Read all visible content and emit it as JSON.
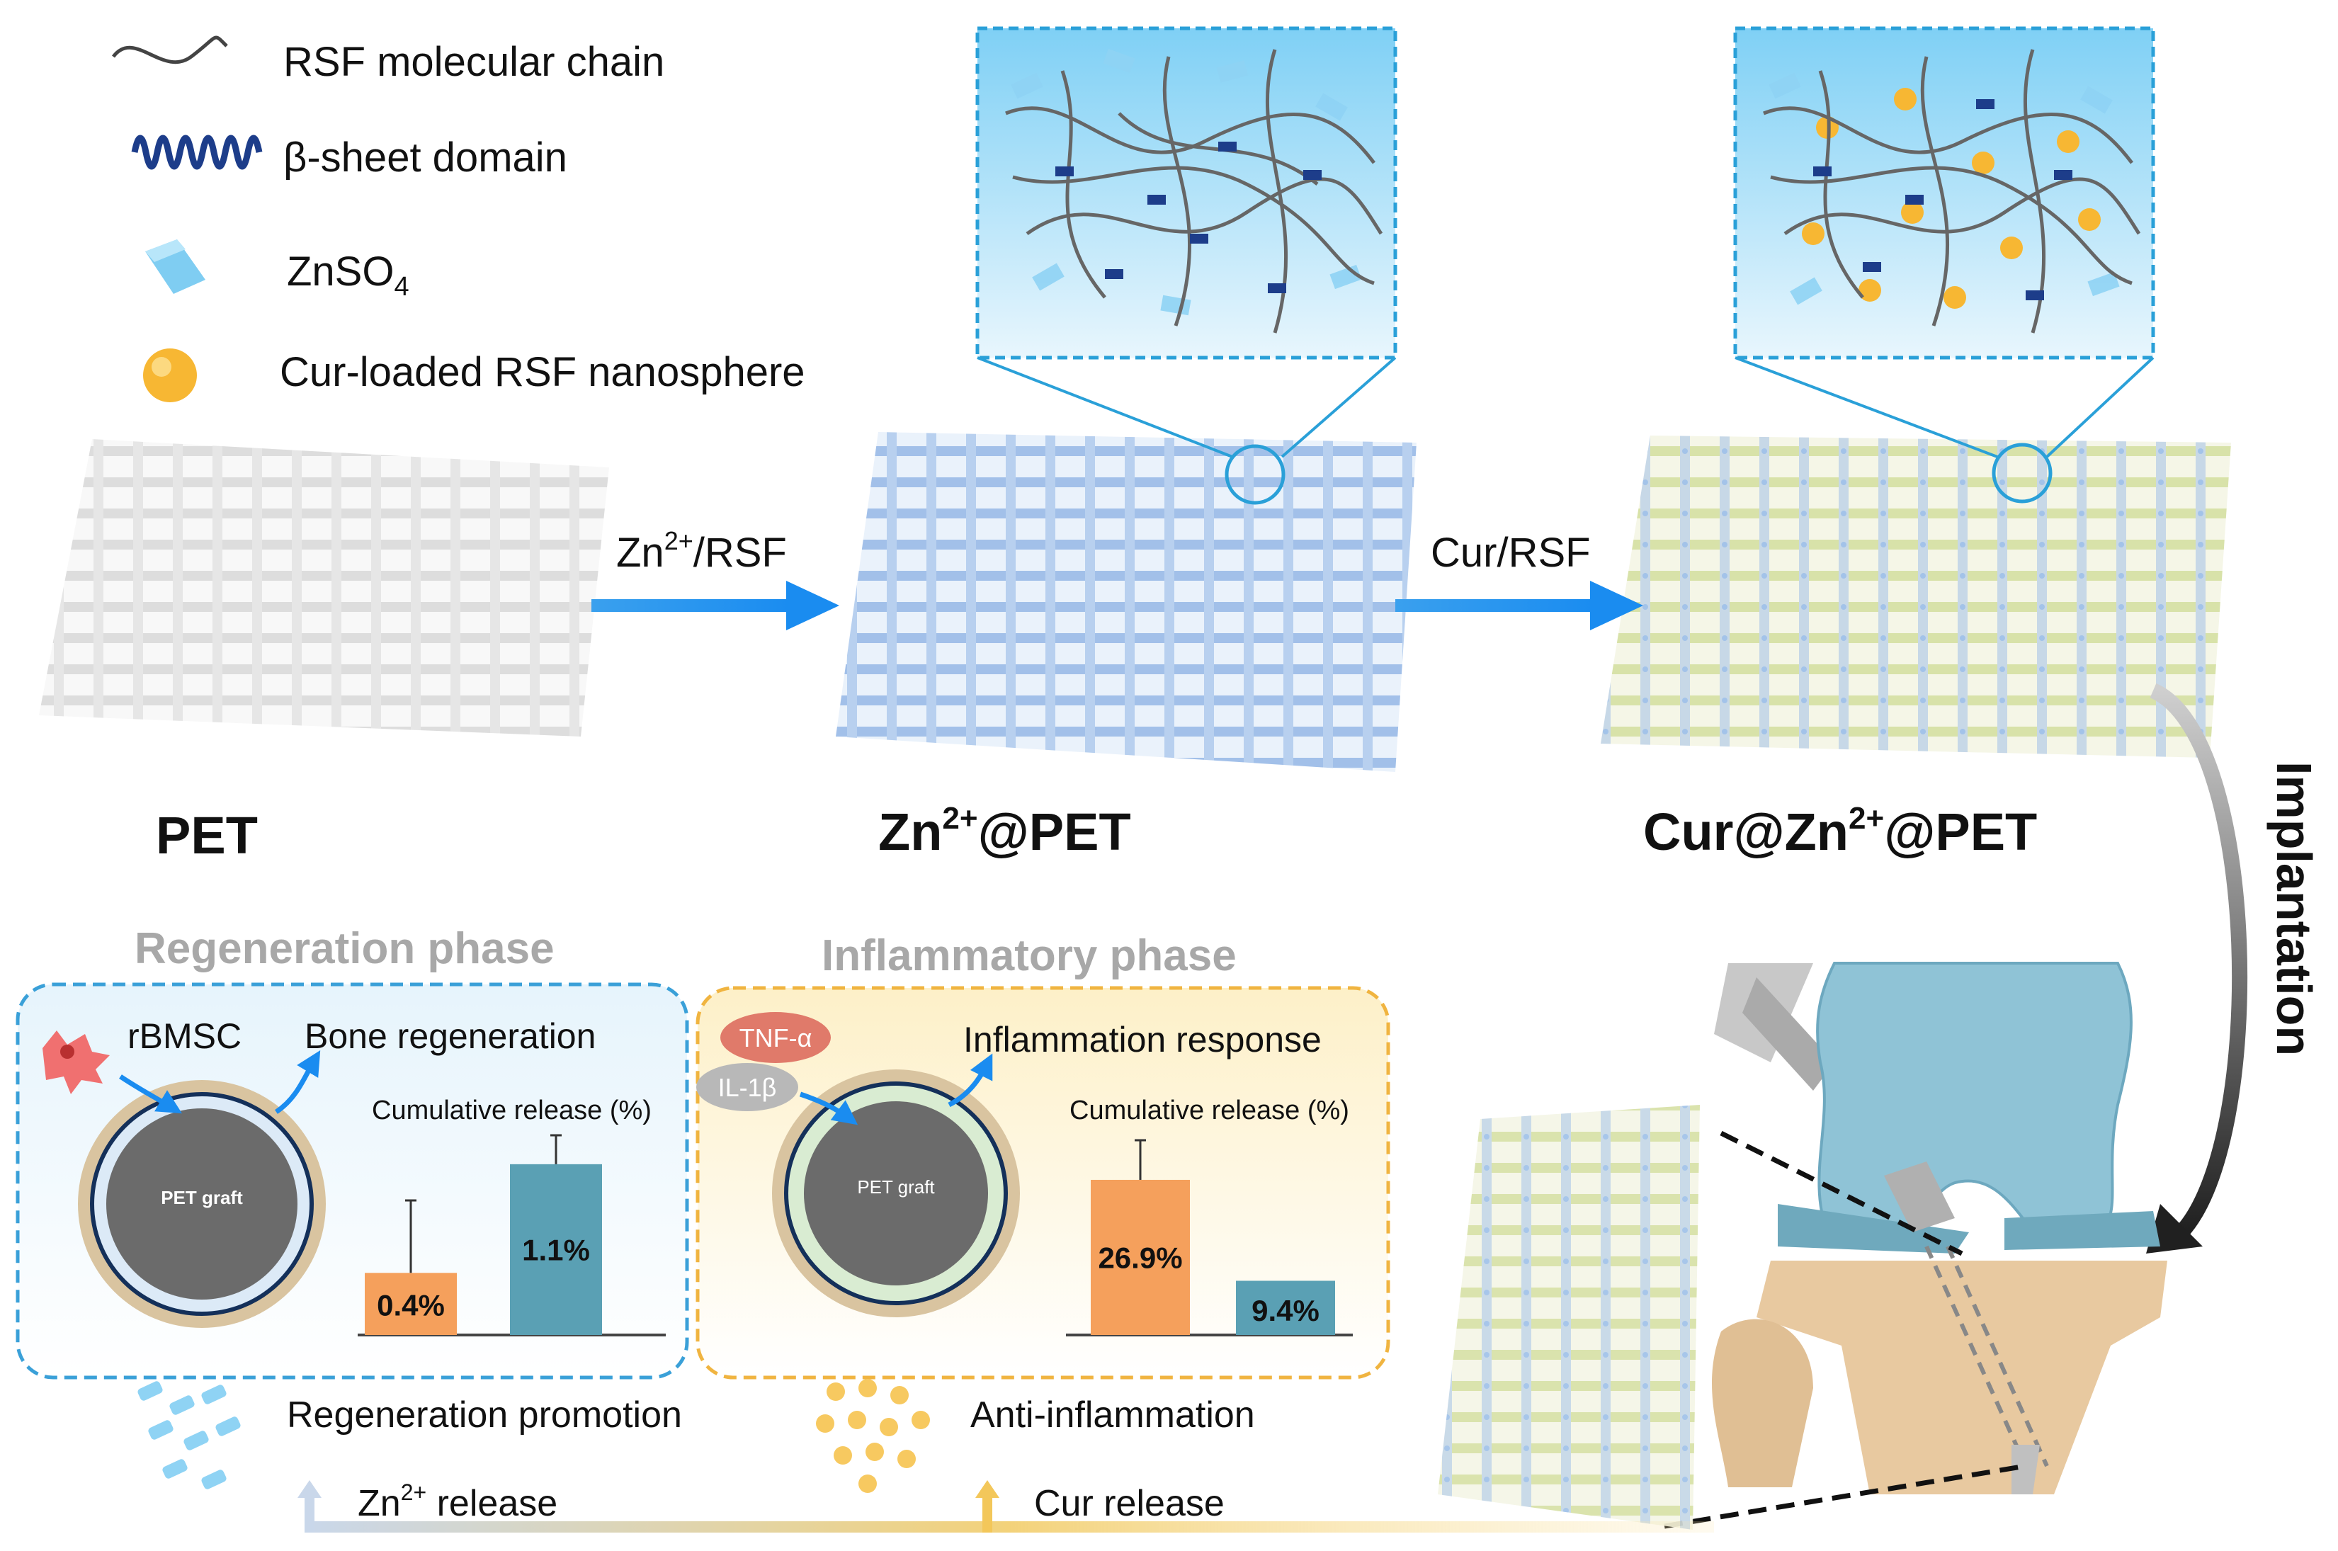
{
  "legend": {
    "items": [
      {
        "icon": "rsf-chain-icon",
        "label": "RSF molecular chain"
      },
      {
        "icon": "beta-sheet-icon",
        "label": "β-sheet domain"
      },
      {
        "icon": "znso4-crystal-icon",
        "label": "ZnSO",
        "sub": "4"
      },
      {
        "icon": "nanosphere-icon",
        "label": "Cur-loaded RSF nanosphere"
      }
    ]
  },
  "stages": {
    "pet": {
      "label": "PET"
    },
    "zn_pet": {
      "prefix": "Zn",
      "sup": "2+",
      "suffix": "@PET"
    },
    "cur_zn_pet": {
      "prefix": "Cur@Zn",
      "sup": "2+",
      "suffix": "@PET"
    }
  },
  "arrows": {
    "step1": {
      "prefix": "Zn",
      "sup": "2+",
      "suffix": "/RSF"
    },
    "step2": {
      "label": "Cur/RSF"
    },
    "implantation": "Implantation"
  },
  "regeneration_panel": {
    "title": "Regeneration phase",
    "cell_label": "rBMSC",
    "response_label": "Bone regeneration",
    "graft_label": "PET graft",
    "chart_title": "Cumulative release (%)",
    "bottom_label": "Regeneration promotion",
    "release_prefix": "Zn",
    "release_sup": "2+",
    "release_suffix": " release"
  },
  "inflammatory_panel": {
    "title": "Inflammatory phase",
    "cytokine1": "TNF-α",
    "cytokine2": "IL-1β",
    "response_label": "Inflammation response",
    "graft_label": "PET graft",
    "chart_title": "Cumulative release (%)",
    "bottom_label": "Anti-inflammation",
    "release_label": "Cur release"
  },
  "chart_data": [
    {
      "type": "bar",
      "title": "Cumulative release (%)",
      "panel": "Regeneration phase",
      "categories": [
        "",
        ""
      ],
      "values": [
        0.4,
        1.1
      ],
      "value_labels": [
        "0.4%",
        "1.1%"
      ],
      "colors": [
        "#f5a05c",
        "#5aa0b4"
      ],
      "ylim": [
        0,
        1.3
      ]
    },
    {
      "type": "bar",
      "title": "Cumulative release (%)",
      "panel": "Inflammatory phase",
      "categories": [
        "",
        ""
      ],
      "values": [
        26.9,
        9.4
      ],
      "value_labels": [
        "26.9%",
        "9.4%"
      ],
      "colors": [
        "#f5a05c",
        "#5aa0b4"
      ],
      "ylim": [
        0,
        35
      ]
    }
  ],
  "colors": {
    "arrow_blue": "#2196f3",
    "zn_mesh": "#7ba7e0",
    "cur_mesh": "#c8d68a",
    "regen_border": "#3aa0d8",
    "inflam_border": "#f0b440",
    "bone": "#e8c9a0",
    "cartilage": "#8fc3d6"
  }
}
